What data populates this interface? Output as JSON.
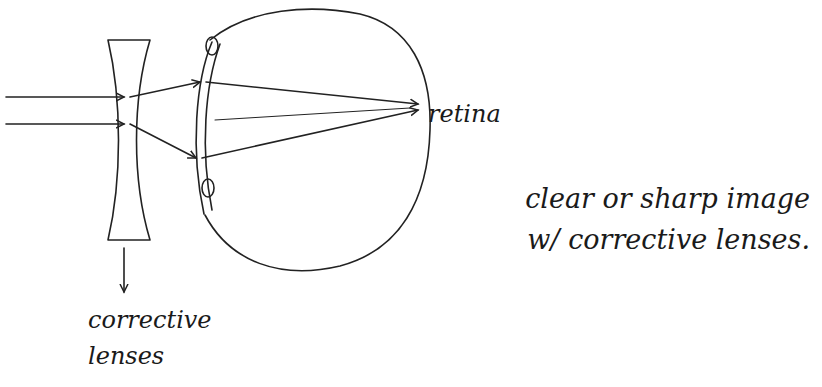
{
  "diagram": {
    "labels": [
      "retina",
      "clear or sharp image w/ corrective lenses.",
      "corrective lenses"
    ]
  }
}
